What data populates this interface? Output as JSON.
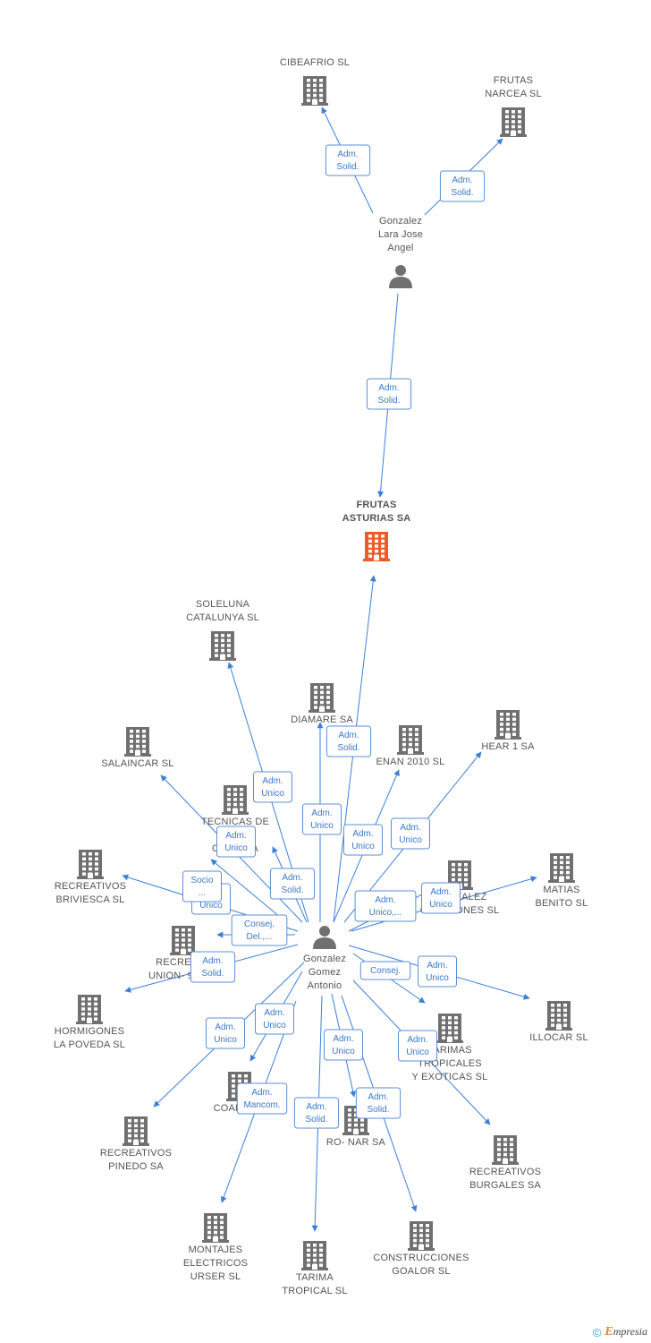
{
  "colors": {
    "company": "#707070",
    "focus": "#f05a28",
    "person": "#707070",
    "edge": "#3b7fd8",
    "edge_label": "#3a78c9"
  },
  "footer": {
    "copyright": "©",
    "brand_initial": "E",
    "brand_rest": "mpresia"
  },
  "nodes": [
    {
      "id": "frutas_asturias",
      "type": "company",
      "focus": true,
      "label": [
        "FRUTAS",
        "ASTURIAS SA"
      ]
    },
    {
      "id": "gonzalez_lara",
      "type": "person",
      "label": [
        "Gonzalez",
        "Lara Jose",
        "Angel"
      ]
    },
    {
      "id": "gonzalez_gomez",
      "type": "person",
      "label": [
        "Gonzalez",
        "Gomez",
        "Antonio"
      ]
    },
    {
      "id": "cibeafrio",
      "type": "company",
      "label": [
        "CIBEAFRIO SL"
      ]
    },
    {
      "id": "frutas_narcea",
      "type": "company",
      "label": [
        "FRUTAS",
        "NARCEA SL"
      ]
    },
    {
      "id": "soleluna",
      "type": "company",
      "label": [
        "SOLELUNA",
        "CATALUNYA SL"
      ]
    },
    {
      "id": "diamare",
      "type": "company",
      "label": [
        "DIAMARE SA"
      ]
    },
    {
      "id": "salaincar",
      "type": "company",
      "label": [
        "SALAINCAR SL"
      ]
    },
    {
      "id": "enan",
      "type": "company",
      "label": [
        "ENAN 2010 SL"
      ]
    },
    {
      "id": "hear1",
      "type": "company",
      "label": [
        "HEAR 1 SA"
      ]
    },
    {
      "id": "tecnicas",
      "type": "company",
      "label": [
        "TECNICAS DE",
        "C...",
        "OPE... SA"
      ]
    },
    {
      "id": "brviesca",
      "type": "company",
      "label": [
        "RECREATIVOS",
        "BRIVIESCA SL"
      ]
    },
    {
      "id": "gonzalez_colchones",
      "type": "company",
      "label": [
        "GONZALEZ",
        "COLCHONES SL"
      ]
    },
    {
      "id": "matias",
      "type": "company",
      "label": [
        "MATIAS",
        "BENITO SL"
      ]
    },
    {
      "id": "recreat_union",
      "type": "company",
      "label": [
        "RECREAT...",
        "UNION- 9... SA"
      ]
    },
    {
      "id": "illocar",
      "type": "company",
      "label": [
        "ILLOCAR SL"
      ]
    },
    {
      "id": "hormigones",
      "type": "company",
      "label": [
        "HORMIGONES",
        "LA POVEDA SL"
      ]
    },
    {
      "id": "tarimas_exoticas",
      "type": "company",
      "label": [
        "TARIMAS",
        "TROPICALES",
        "Y EXOTICAS SL"
      ]
    },
    {
      "id": "coab",
      "type": "company",
      "label": [
        "COAB... SL"
      ]
    },
    {
      "id": "ronar",
      "type": "company",
      "label": [
        "RO- NAR SA"
      ]
    },
    {
      "id": "pinedo",
      "type": "company",
      "label": [
        "RECREATIVOS",
        "PINEDO SA"
      ]
    },
    {
      "id": "burgales",
      "type": "company",
      "label": [
        "RECREATIVOS",
        "BURGALES SA"
      ]
    },
    {
      "id": "montajes",
      "type": "company",
      "label": [
        "MONTAJES",
        "ELECTRICOS",
        "URSER SL"
      ]
    },
    {
      "id": "tarima_tropical",
      "type": "company",
      "label": [
        "TARIMA",
        "TROPICAL SL"
      ]
    },
    {
      "id": "goalor",
      "type": "company",
      "label": [
        "CONSTRUCCIONES",
        "GOALOR SL"
      ]
    }
  ],
  "edges": [
    {
      "from": "gonzalez_lara",
      "to": "cibeafrio",
      "label": [
        "Adm.",
        "Solid."
      ]
    },
    {
      "from": "gonzalez_lara",
      "to": "frutas_narcea",
      "label": [
        "Adm.",
        "Solid."
      ]
    },
    {
      "from": "gonzalez_lara",
      "to": "frutas_asturias",
      "label": [
        "Adm.",
        "Solid."
      ]
    },
    {
      "from": "gonzalez_gomez",
      "to": "frutas_asturias",
      "label": [
        "Adm.",
        "Solid."
      ]
    },
    {
      "from": "gonzalez_gomez",
      "to": "soleluna",
      "label": [
        "Adm.",
        "Unico"
      ]
    },
    {
      "from": "gonzalez_gomez",
      "to": "diamare",
      "label": [
        "Adm.",
        "Unico"
      ]
    },
    {
      "from": "gonzalez_gomez",
      "to": "salaincar",
      "label": [
        "Adm.",
        "Unico"
      ]
    },
    {
      "from": "gonzalez_gomez",
      "to": "enan",
      "label": [
        "Adm.",
        "Unico"
      ]
    },
    {
      "from": "gonzalez_gomez",
      "to": "hear1",
      "label": [
        "Adm.",
        "Unico"
      ]
    },
    {
      "from": "gonzalez_gomez",
      "to": "tecnicas",
      "label": [
        "Adm.",
        "Solid."
      ]
    },
    {
      "from": "gonzalez_gomez",
      "to": "brviesca",
      "label": [
        "Adm.",
        "Unico"
      ]
    },
    {
      "from": "gonzalez_gomez",
      "to": "tecnicas",
      "label": [
        "Socio",
        "..."
      ]
    },
    {
      "from": "gonzalez_gomez",
      "to": "gonzalez_colchones",
      "label": [
        "Adm.",
        "Unico,..."
      ]
    },
    {
      "from": "gonzalez_gomez",
      "to": "matias",
      "label": [
        "Adm.",
        "Unico"
      ]
    },
    {
      "from": "gonzalez_gomez",
      "to": "recreat_union",
      "label": [
        "Consej.",
        "Del.,..."
      ]
    },
    {
      "from": "gonzalez_gomez",
      "to": "hormigones",
      "label": [
        "Adm.",
        "Solid."
      ]
    },
    {
      "from": "gonzalez_gomez",
      "to": "illocar",
      "label": [
        "Adm.",
        "Unico"
      ]
    },
    {
      "from": "gonzalez_gomez",
      "to": "tarimas_exoticas",
      "label": [
        "Consej."
      ]
    },
    {
      "from": "gonzalez_gomez",
      "to": "pinedo",
      "label": [
        "Adm.",
        "Unico"
      ]
    },
    {
      "from": "gonzalez_gomez",
      "to": "coab",
      "label": [
        "Adm.",
        "Unico"
      ]
    },
    {
      "from": "gonzalez_gomez",
      "to": "ronar",
      "label": [
        "Adm.",
        "Unico"
      ]
    },
    {
      "from": "gonzalez_gomez",
      "to": "burgales",
      "label": [
        "Adm.",
        "Unico"
      ]
    },
    {
      "from": "gonzalez_gomez",
      "to": "montajes",
      "label": [
        "Adm.",
        "Mancom."
      ]
    },
    {
      "from": "gonzalez_gomez",
      "to": "tarima_tropical",
      "label": [
        "Adm.",
        "Solid."
      ]
    },
    {
      "from": "gonzalez_gomez",
      "to": "goalor",
      "label": [
        "Adm.",
        "Solid."
      ]
    }
  ]
}
